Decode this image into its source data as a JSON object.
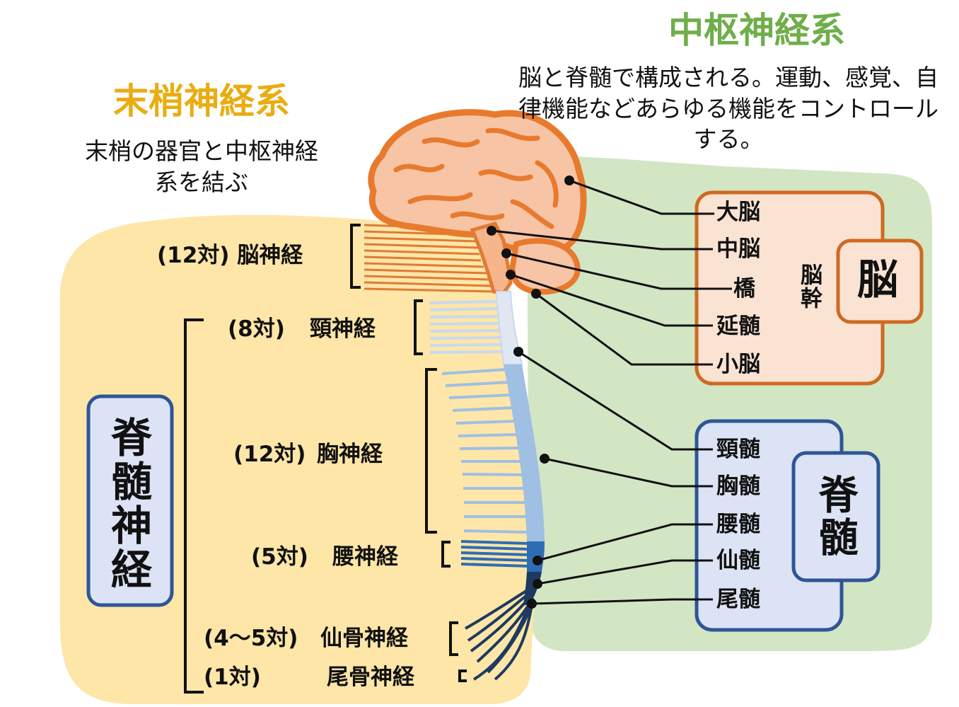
{
  "central": {
    "title": "中枢神経系",
    "description": "脳と脊髄で構成される。運動、感覚、自律機能などあらゆる機能をコントロールする。"
  },
  "peripheral": {
    "title": "末梢神経系",
    "description": "末梢の器官と中枢神経系を結ぶ"
  },
  "cranial_nerves": {
    "label": "(12対) 脳神経"
  },
  "spinal_nerves": {
    "title": "脊髄神経",
    "groups": [
      {
        "count": "(8対)",
        "name": "頸神経"
      },
      {
        "count": "(12対)",
        "name": "胸神経"
      },
      {
        "count": "(5対)",
        "name": "腰神経"
      },
      {
        "count": "(4〜5対)",
        "name": "仙骨神経"
      },
      {
        "count": "(1対)",
        "name": "尾骨神経"
      }
    ]
  },
  "brain": {
    "title": "脳",
    "brainstem_label": "脳幹",
    "parts": [
      "大脳",
      "中脳",
      "橋",
      "延髄",
      "小脳"
    ]
  },
  "spinal_cord": {
    "title": "脊髄",
    "parts": [
      "頸髄",
      "胸髄",
      "腰髄",
      "仙髄",
      "尾髄"
    ]
  },
  "colors": {
    "central_region": "#d3e6c4",
    "peripheral_region": "#fde6a8",
    "brain_fill": "#f7c4a6",
    "brain_outline": "#e87a2e",
    "brain_box_fill": "#fbe3d3",
    "brain_box_border": "#cf6a21",
    "cord_box_fill": "#dbe3f4",
    "cord_box_border": "#2f5597",
    "cervical_nerve": "#c8d9f0",
    "lumbar_nerve": "#2e6db4",
    "sacral_nerve": "#1e3a60",
    "central_title": "#6fae4a",
    "peripheral_title": "#e9ad12"
  }
}
